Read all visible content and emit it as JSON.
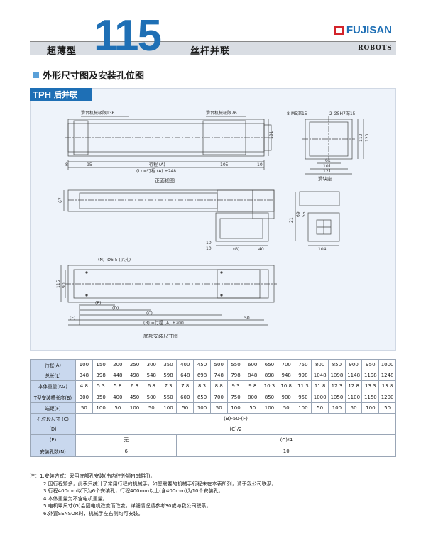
{
  "header": {
    "left_text": "超薄型",
    "model_number": "115",
    "right_text": "丝杆并联",
    "logo_text": "FUJISAN",
    "robots_text": "ROBOTS"
  },
  "section": {
    "title": "外形尺寸图及安装孔位图",
    "tab_model": "TPH",
    "tab_text": "后并联"
  },
  "drawing": {
    "front_label_left": "滑台机械极限136",
    "front_label_right": "滑台机械极限76",
    "dim_8": "8",
    "dim_95": "95",
    "dim_105": "105",
    "dim_10": "10",
    "dim_stroke": "行程 (A)",
    "dim_total": "(L) =行程 (A) +248",
    "dim_101": "101",
    "front_caption": "正面视图",
    "side_label_8m": "8-M5深15",
    "side_label_2phi": "2-Ø5H7深15",
    "side_dim_110": "110",
    "side_dim_120": "120",
    "side_dim_61": "61",
    "side_dim_101": "101",
    "side_dim_121": "121",
    "side_caption": "滑块座",
    "top_dim_67": "67",
    "top_dim_10": "10",
    "top_dim_10b": "10",
    "top_dim_G": "(G)",
    "top_dim_40": "40",
    "motor_dim_21": "21",
    "motor_dim_69": "69",
    "motor_dim_55": "55",
    "motor_dim_104": "104",
    "bottom_label_hole": "(N) -Ø6.5 (沉孔)",
    "bottom_dim_115": "115",
    "bottom_dim_90": "90",
    "bottom_dim_E": "(E)",
    "bottom_dim_D": "(D)",
    "bottom_dim_C": "(C)",
    "bottom_dim_F": "(F)",
    "bottom_dim_50": "50",
    "bottom_dim_B": "(B) =行程 (A) +200",
    "bottom_caption": "底部安装尺寸图"
  },
  "table": {
    "rows": [
      {
        "label": "行程(A)",
        "values": [
          "100",
          "150",
          "200",
          "250",
          "300",
          "350",
          "400",
          "450",
          "500",
          "550",
          "600",
          "650",
          "700",
          "750",
          "800",
          "850",
          "900",
          "950",
          "1000"
        ]
      },
      {
        "label": "总长(L)",
        "values": [
          "348",
          "398",
          "448",
          "498",
          "548",
          "598",
          "648",
          "698",
          "748",
          "798",
          "848",
          "898",
          "948",
          "998",
          "1048",
          "1098",
          "1148",
          "1198",
          "1248"
        ]
      },
      {
        "label": "本体重量(KG)",
        "values": [
          "4.8",
          "5.3",
          "5.8",
          "6.3",
          "6.8",
          "7.3",
          "7.8",
          "8.3",
          "8.8",
          "9.3",
          "9.8",
          "10.3",
          "10.8",
          "11.3",
          "11.8",
          "12.3",
          "12.8",
          "13.3",
          "13.8"
        ]
      },
      {
        "label": "T型安装槽长度(B)",
        "values": [
          "300",
          "350",
          "400",
          "450",
          "500",
          "550",
          "600",
          "650",
          "700",
          "750",
          "800",
          "850",
          "900",
          "950",
          "1000",
          "1050",
          "1100",
          "1150",
          "1200"
        ]
      },
      {
        "label": "端距(F)",
        "values": [
          "50",
          "100",
          "50",
          "100",
          "50",
          "100",
          "50",
          "100",
          "50",
          "100",
          "50",
          "100",
          "50",
          "100",
          "50",
          "100",
          "50",
          "100",
          "50"
        ]
      }
    ],
    "row_C": {
      "label": "孔位段尺寸 (C)",
      "value": "(B)-50-(F)"
    },
    "row_D": {
      "label": "(D)",
      "value": "(C)/2"
    },
    "row_E": {
      "label": "(E)",
      "value_left": "无",
      "value_right": "(C)/4"
    },
    "row_N": {
      "label": "安装孔数(N)",
      "value_left": "6",
      "value_right": "10"
    }
  },
  "notes": [
    "注：1.安装方式：采用底部孔安装(由内往外锁M6螺钉)。",
    "2.因行程繁多，此表只统计了常用行程的机械手，如您需要的机械手行程未在本表所列，请于我公司联系。",
    "3.行程400mm以下为6个安装孔，行程400mm以上(含400mm)为10个安装孔。",
    "4.本体重量为不含电机重量。",
    "5.电机罩尺寸(G)会因电机改变而改变，详细情况请参考30或与我公司联系。",
    "6.外置SENSOR时，机械手左右侧均可安装。"
  ],
  "colors": {
    "brand_blue": "#1e6fb5",
    "logo_red": "#d3242b",
    "table_label_bg": "#c9d8ee",
    "drawing_bg": "#eef3fa"
  }
}
